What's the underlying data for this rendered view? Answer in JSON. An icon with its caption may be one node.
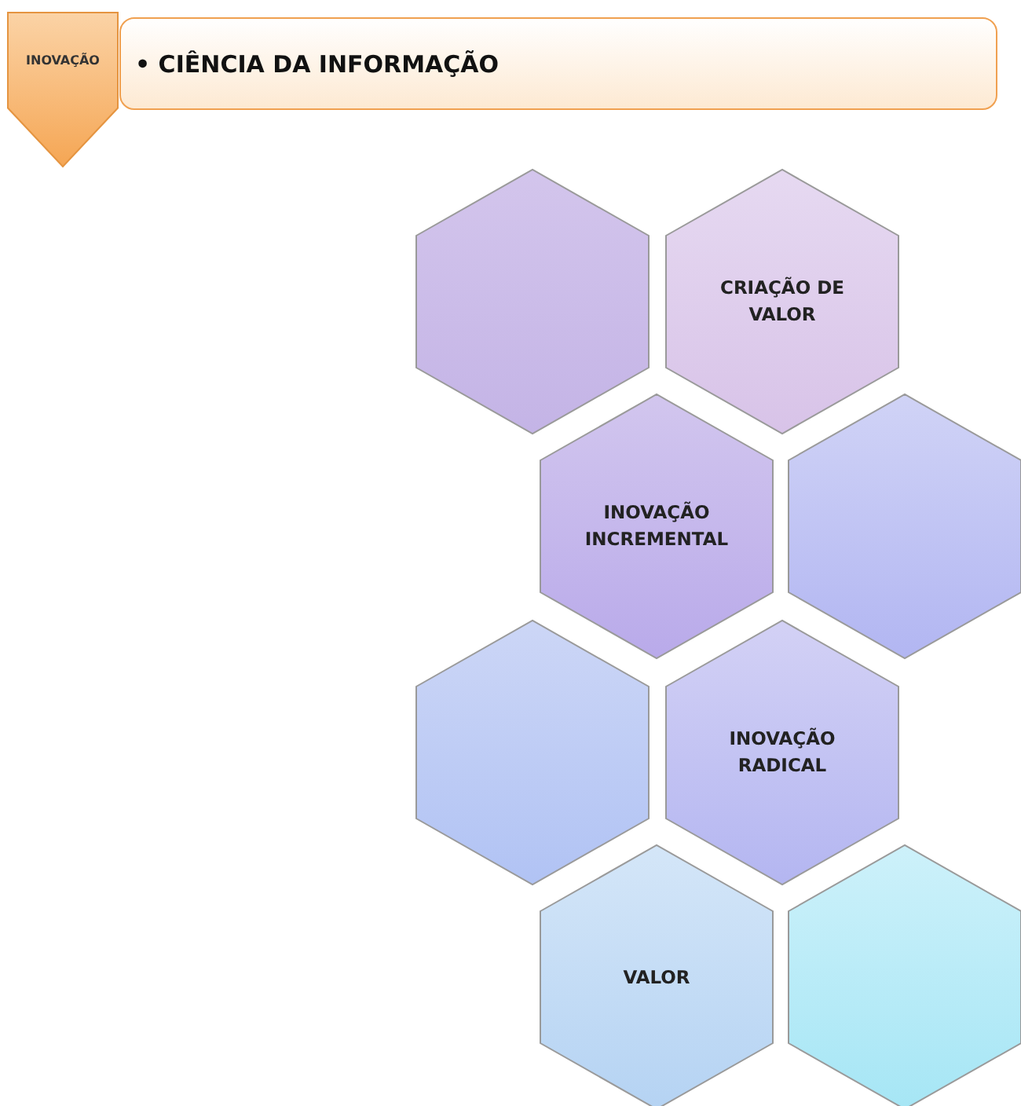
{
  "diagram": {
    "nodes": [
      {
        "text": [
          "INOVAÇÃO"
        ]
      },
      {
        "text": [
          "• CIÊNCIA DA INFORMAÇÃO"
        ]
      },
      {
        "text": [],
        "shape": "hexagon"
      },
      {
        "text": [
          "CRIAÇÃO DE VALOR"
        ]
      },
      {
        "text": [
          "INOVAÇÃO INCREMENTAL"
        ]
      },
      {
        "text": [],
        "shape": "hexagon"
      },
      {
        "text": [],
        "shape": "hexagon"
      },
      {
        "text": [
          "INOVAÇÃO RADICAL"
        ]
      },
      {
        "text": [
          "VALOR"
        ]
      },
      {
        "text": [],
        "shape": "hexagon"
      }
    ],
    "edges": []
  }
}
